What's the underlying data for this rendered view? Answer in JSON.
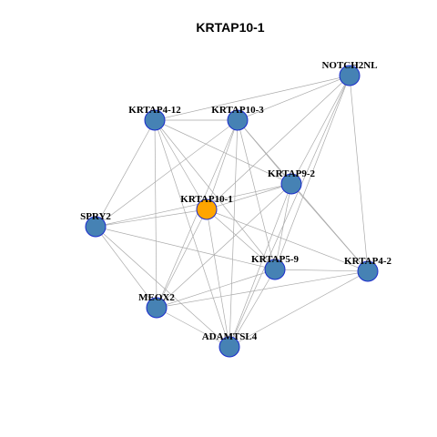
{
  "title": "KRTAP10-1",
  "colors": {
    "node_default": "#4682b4",
    "node_focus": "#ffa500",
    "node_border": "#1a2bcc",
    "node_focus_border": "#8b4500",
    "edge": "#aaaaaa"
  },
  "nodes": [
    {
      "id": "NOTCH2NL",
      "label": "NOTCH2NL",
      "focus": false
    },
    {
      "id": "KRTAP4-12",
      "label": "KRTAP4-12",
      "focus": false
    },
    {
      "id": "KRTAP10-3",
      "label": "KRTAP10-3",
      "focus": false
    },
    {
      "id": "KRTAP9-2",
      "label": "KRTAP9-2",
      "focus": false
    },
    {
      "id": "KRTAP10-1",
      "label": "KRTAP10-1",
      "focus": true
    },
    {
      "id": "SPRY2",
      "label": "SPRY2",
      "focus": false
    },
    {
      "id": "KRTAP5-9",
      "label": "KRTAP5-9",
      "focus": false
    },
    {
      "id": "KRTAP4-2",
      "label": "KRTAP4-2",
      "focus": false
    },
    {
      "id": "MEOX2",
      "label": "MEOX2",
      "focus": false
    },
    {
      "id": "ADAMTSL4",
      "label": "ADAMTSL4",
      "focus": false
    }
  ],
  "edges": [
    [
      "NOTCH2NL",
      "KRTAP4-12"
    ],
    [
      "NOTCH2NL",
      "KRTAP10-3"
    ],
    [
      "NOTCH2NL",
      "KRTAP9-2"
    ],
    [
      "NOTCH2NL",
      "KRTAP10-1"
    ],
    [
      "NOTCH2NL",
      "KRTAP5-9"
    ],
    [
      "NOTCH2NL",
      "KRTAP4-2"
    ],
    [
      "NOTCH2NL",
      "ADAMTSL4"
    ],
    [
      "KRTAP4-12",
      "KRTAP10-3"
    ],
    [
      "KRTAP4-12",
      "KRTAP9-2"
    ],
    [
      "KRTAP4-12",
      "KRTAP10-1"
    ],
    [
      "KRTAP4-12",
      "SPRY2"
    ],
    [
      "KRTAP4-12",
      "KRTAP5-9"
    ],
    [
      "KRTAP4-12",
      "MEOX2"
    ],
    [
      "KRTAP4-12",
      "ADAMTSL4"
    ],
    [
      "KRTAP10-3",
      "KRTAP9-2"
    ],
    [
      "KRTAP10-3",
      "KRTAP10-1"
    ],
    [
      "KRTAP10-3",
      "SPRY2"
    ],
    [
      "KRTAP10-3",
      "KRTAP5-9"
    ],
    [
      "KRTAP10-3",
      "KRTAP4-2"
    ],
    [
      "KRTAP10-3",
      "MEOX2"
    ],
    [
      "KRTAP10-3",
      "ADAMTSL4"
    ],
    [
      "KRTAP9-2",
      "KRTAP10-1"
    ],
    [
      "KRTAP9-2",
      "SPRY2"
    ],
    [
      "KRTAP9-2",
      "KRTAP5-9"
    ],
    [
      "KRTAP9-2",
      "KRTAP4-2"
    ],
    [
      "KRTAP9-2",
      "MEOX2"
    ],
    [
      "KRTAP9-2",
      "ADAMTSL4"
    ],
    [
      "KRTAP10-1",
      "SPRY2"
    ],
    [
      "KRTAP10-1",
      "KRTAP5-9"
    ],
    [
      "KRTAP10-1",
      "KRTAP4-2"
    ],
    [
      "KRTAP10-1",
      "MEOX2"
    ],
    [
      "KRTAP10-1",
      "ADAMTSL4"
    ],
    [
      "SPRY2",
      "KRTAP5-9"
    ],
    [
      "SPRY2",
      "MEOX2"
    ],
    [
      "SPRY2",
      "ADAMTSL4"
    ],
    [
      "KRTAP5-9",
      "KRTAP4-2"
    ],
    [
      "KRTAP5-9",
      "MEOX2"
    ],
    [
      "KRTAP5-9",
      "ADAMTSL4"
    ],
    [
      "KRTAP4-2",
      "MEOX2"
    ],
    [
      "KRTAP4-2",
      "ADAMTSL4"
    ],
    [
      "MEOX2",
      "ADAMTSL4"
    ]
  ]
}
